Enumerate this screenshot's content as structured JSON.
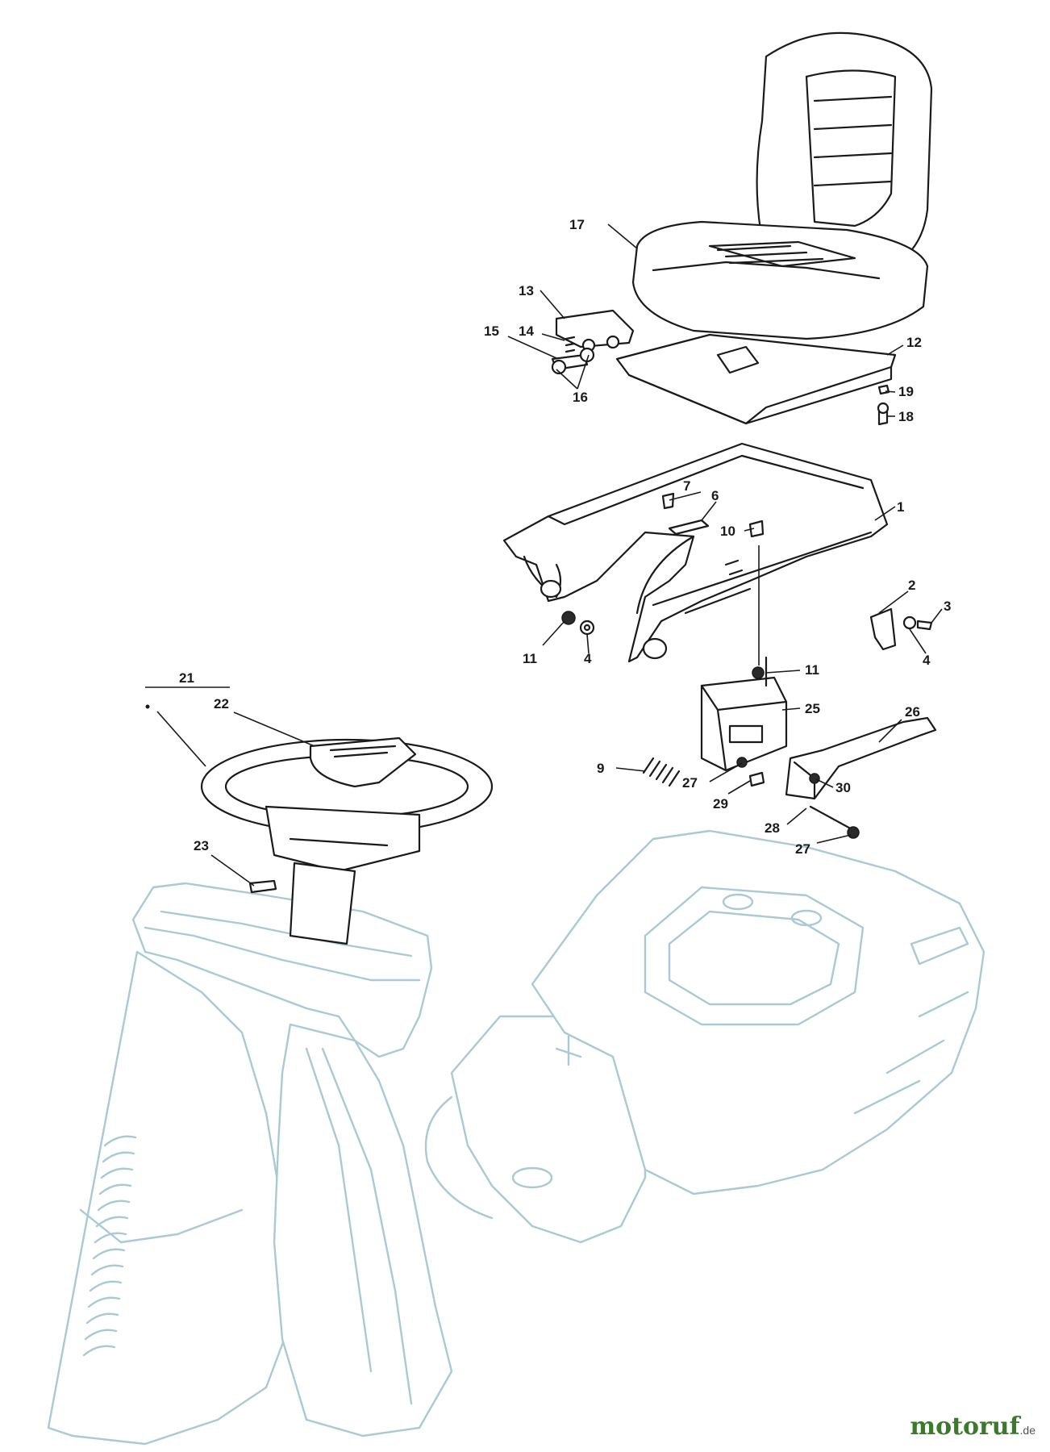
{
  "callouts": [
    {
      "id": "c1",
      "label": "1"
    },
    {
      "id": "c2",
      "label": "2"
    },
    {
      "id": "c3",
      "label": "3"
    },
    {
      "id": "c4a",
      "label": "4"
    },
    {
      "id": "c4b",
      "label": "4"
    },
    {
      "id": "c6",
      "label": "6"
    },
    {
      "id": "c7",
      "label": "7"
    },
    {
      "id": "c9",
      "label": "9"
    },
    {
      "id": "c10",
      "label": "10"
    },
    {
      "id": "c11a",
      "label": "11"
    },
    {
      "id": "c11b",
      "label": "11"
    },
    {
      "id": "c12",
      "label": "12"
    },
    {
      "id": "c13",
      "label": "13"
    },
    {
      "id": "c14",
      "label": "14"
    },
    {
      "id": "c15",
      "label": "15"
    },
    {
      "id": "c16",
      "label": "16"
    },
    {
      "id": "c17",
      "label": "17"
    },
    {
      "id": "c18",
      "label": "18"
    },
    {
      "id": "c19",
      "label": "19"
    },
    {
      "id": "c21",
      "label": "21"
    },
    {
      "id": "c22",
      "label": "22"
    },
    {
      "id": "c23",
      "label": "23"
    },
    {
      "id": "c25",
      "label": "25"
    },
    {
      "id": "c26",
      "label": "26"
    },
    {
      "id": "c27a",
      "label": "27"
    },
    {
      "id": "c27b",
      "label": "27"
    },
    {
      "id": "c28",
      "label": "28"
    },
    {
      "id": "c29",
      "label": "29"
    },
    {
      "id": "c30",
      "label": "30"
    }
  ],
  "watermark": {
    "main": "motoruf",
    "suffix": ".de"
  },
  "colors": {
    "parts": "#1a1a1a",
    "body": "#a9c9d4",
    "watermark": "#3b7a2a"
  }
}
